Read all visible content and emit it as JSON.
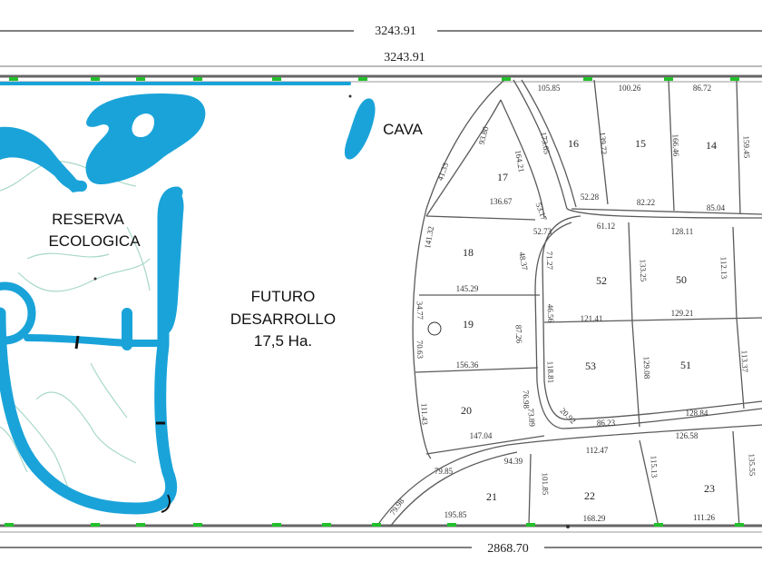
{
  "dimensions": {
    "top_outer": "3243.91",
    "top_inner": "3243.91",
    "bottom": "2868.70"
  },
  "areas": {
    "reserve_line1": "RESERVA",
    "reserve_line2": "ECOLOGICA",
    "future_line1": "FUTURO",
    "future_line2": "DESARROLLO",
    "future_line3": "17,5 Ha.",
    "cava": "CAVA"
  },
  "lots": [
    {
      "id": "16"
    },
    {
      "id": "15"
    },
    {
      "id": "14"
    },
    {
      "id": "17"
    },
    {
      "id": "18"
    },
    {
      "id": "19"
    },
    {
      "id": "20"
    },
    {
      "id": "52"
    },
    {
      "id": "50"
    },
    {
      "id": "53"
    },
    {
      "id": "51"
    },
    {
      "id": "21"
    },
    {
      "id": "22"
    },
    {
      "id": "23"
    }
  ],
  "measurements": [
    "105.85",
    "100.26",
    "86.72",
    "173.65",
    "139.72",
    "166.46",
    "159.45",
    "93.80",
    "164.21",
    "41.33",
    "52.28",
    "82.22",
    "85.04",
    "136.67",
    "53.17",
    "141.32",
    "52.73",
    "61.12",
    "128.11",
    "48.37",
    "71.27",
    "133.25",
    "112.13",
    "145.29",
    "46.56",
    "121.41",
    "129.21",
    "87.26",
    "34.77",
    "70.63",
    "118.81",
    "129.08",
    "113.37",
    "156.36",
    "76.98",
    "20.92",
    "86.23",
    "128.84",
    "111.43",
    "73.89",
    "147.04",
    "112.47",
    "126.58",
    "94.39",
    "79.85",
    "101.85",
    "115.13",
    "135.55",
    "195.85",
    "168.29",
    "111.26",
    "79.98"
  ],
  "colors": {
    "water": "#1aa3d9",
    "lines": "#5a5a5a",
    "markers": "#22c02a",
    "trails": "#a8d8c8"
  }
}
